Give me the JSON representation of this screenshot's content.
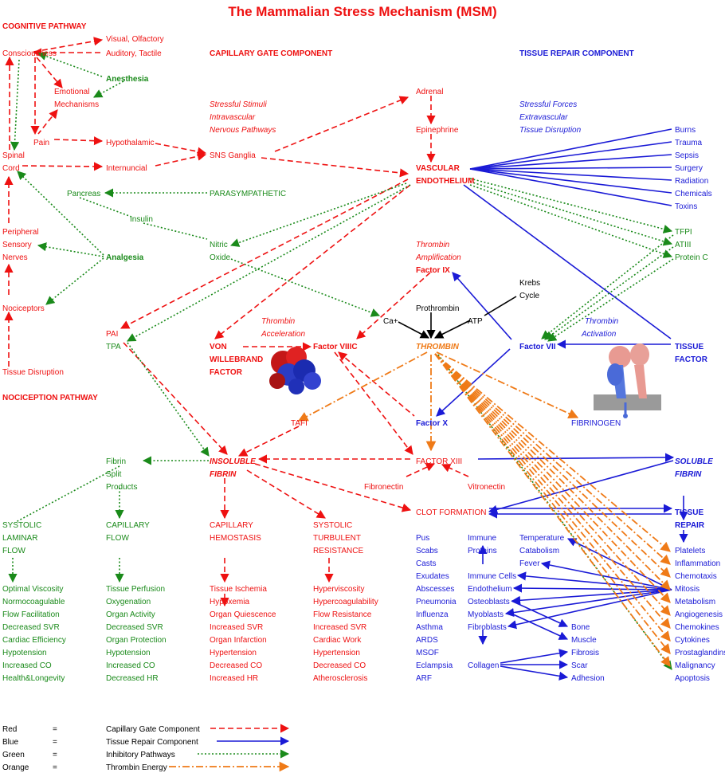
{
  "title": "The Mammalian Stress Mechanism (MSM)",
  "sections": {
    "cognitive": "COGNITIVE PATHWAY",
    "capillary": "CAPILLARY GATE COMPONENT",
    "tissue_repair": "TISSUE REPAIR COMPONENT",
    "nociception": "NOCICEPTION  PATHWAY"
  },
  "cognitive": {
    "visual": "Visual, Olfactory",
    "auditory": "Auditory, Tactile",
    "consciousness": "Consciousness",
    "anesthesia": "Anesthesia",
    "emotional_1": "Emotional",
    "emotional_2": "Mechanisms",
    "pain": "Pain",
    "hypothalamic": "Hypothalamic",
    "spinal_1": "Spinal",
    "spinal_2": "Cord",
    "internuncial": "Internuncial",
    "pancreas": "Pancreas",
    "insulin": "Insulin",
    "peripheral_1": "Peripheral",
    "peripheral_2": "Sensory",
    "peripheral_3": "Nerves",
    "analgesia": "Analgesia",
    "nociceptors": "Nociceptors",
    "tissue_disruption": "Tissue Disruption"
  },
  "capillary": {
    "stim_1": "Stressful Stimuli",
    "stim_2": "Intravascular",
    "stim_3": "Nervous Pathways",
    "sns": "SNS Ganglia",
    "parasympathetic": "PARASYMPATHETIC",
    "nitric_1": "Nitric",
    "nitric_2": "Oxide",
    "adrenal": "Adrenal",
    "epinephrine": "Epinephrine",
    "vascular_1": "VASCULAR",
    "vascular_2": "ENDOTHELIUM",
    "pai": "PAI",
    "tpa": "TPA",
    "thr_acc_1": "Thrombin",
    "thr_acc_2": "Acceleration",
    "von_1": "VON",
    "von_2": "WILLEBRAND",
    "von_3": "FACTOR",
    "factor_viii": "Factor VIIIC",
    "tafi": "TAFI",
    "insoluble_1": "INSOLUBLE",
    "insoluble_2": "FIBRIN",
    "fibrin_1": "Fibrin",
    "fibrin_2": "Split",
    "fibrin_3": "Products"
  },
  "center": {
    "thr_amp_1": "Thrombin",
    "thr_amp_2": "Amplification",
    "factor_ix": "Factor IX",
    "krebs_1": "Krebs",
    "krebs_2": "Cycle",
    "prothrombin": "Prothrombin",
    "ca": "Ca+",
    "atp": "ATP",
    "thrombin": "THROMBIN",
    "factor_x": "Factor X",
    "factor_xiii": "FACTOR XIII",
    "fibronectin": "Fibronectin",
    "vitronectin": "Vitronectin",
    "clot_formation": "CLOT FORMATION",
    "fibrinogen": "FIBRINOGEN"
  },
  "repair": {
    "forces_1": "Stressful Forces",
    "forces_2": "Extravascular",
    "forces_3": "Tissue Disruption",
    "causes": [
      "Burns",
      "Trauma",
      "Sepsis",
      "Surgery",
      "Radiation",
      "Chemicals",
      "Toxins"
    ],
    "inhibitors": [
      "TFPI",
      "ATIII",
      "Protein C"
    ],
    "thr_act_1": "Thrombin",
    "thr_act_2": "Activation",
    "factor_vii": "Factor VII",
    "tissue_factor_1": "TISSUE",
    "tissue_factor_2": "FACTOR",
    "soluble_1": "SOLUBLE",
    "soluble_2": "FIBRIN",
    "tissue_repair_1": "TISSUE",
    "tissue_repair_2": "REPAIR"
  },
  "flows": {
    "systolic_laminar": [
      "SYSTOLIC",
      "LAMINAR",
      "FLOW"
    ],
    "capillary_flow": [
      "CAPILLARY",
      "FLOW"
    ],
    "capillary_hemostasis": [
      "CAPILLARY",
      "HEMOSTASIS"
    ],
    "systolic_turbulent": [
      "SYSTOLIC",
      "TURBULENT",
      "RESISTANCE"
    ]
  },
  "lists": {
    "green1": [
      "Optimal Viscosity",
      "Normocoagulable",
      "Flow Facilitation",
      "Decreased SVR",
      "Cardiac Efficiency",
      "Hypotension",
      "Increased CO",
      "Health&Longevity"
    ],
    "green2": [
      "Tissue Perfusion",
      "Oxygenation",
      "Organ Activity",
      "Decreased SVR",
      "Organ Protection",
      "Hypotension",
      "Increased CO",
      "Decreased HR"
    ],
    "red1": [
      "Tissue Ischemia",
      "Hypoxemia",
      "Organ Quiescence",
      "Increased SVR",
      "Organ Infarction",
      "Hypertension",
      "Decreased CO",
      "Increased HR"
    ],
    "red2": [
      "Hyperviscosity",
      "Hypercoagulability",
      "Flow Resistance",
      "Increased SVR",
      "Cardiac Work",
      "Hypertension",
      "Decreased CO",
      "Atherosclerosis"
    ],
    "blue1": [
      "Pus",
      "Scabs",
      "Casts",
      "Exudates",
      "Abscesses",
      "Pneumonia",
      "Influenza",
      "Asthma",
      "ARDS",
      "MSOF",
      "Eclampsia",
      "ARF"
    ],
    "blue2_top": [
      "Immune",
      "Proteins"
    ],
    "blue2": [
      "Immune Cells",
      "Endothelium",
      "Osteoblasts",
      "Myoblasts",
      "Fibroblasts"
    ],
    "collagen": "Collagen",
    "blue3_top": [
      "Temperature",
      "Catabolism",
      "Fever"
    ],
    "blue3": [
      "Bone",
      "Muscle",
      "Fibrosis",
      "Scar",
      "Adhesion"
    ],
    "blue4": [
      "Platelets",
      "Inflammation",
      "Chemotaxis",
      "Mitosis",
      "Metabolism",
      "Angiogenesis",
      "Chemokines",
      "Cytokines",
      "Prostaglandins",
      "Malignancy",
      "Apoptosis"
    ]
  },
  "legend": [
    {
      "color": "Red",
      "eq": "=",
      "desc": "Capillary Gate Component"
    },
    {
      "color": "Blue",
      "eq": "=",
      "desc": "Tissue Repair Component"
    },
    {
      "color": "Green",
      "eq": "=",
      "desc": "Inhibitory Pathways"
    },
    {
      "color": "Orange",
      "eq": "=",
      "desc": "Thrombin Energy"
    }
  ],
  "colors": {
    "red": "#ee1111",
    "blue": "#1a1ad6",
    "green": "#1a8a1a",
    "orange": "#ef7a17"
  },
  "images": [
    "von-willebrand-protein-model",
    "tissue-factor-protein-model"
  ]
}
